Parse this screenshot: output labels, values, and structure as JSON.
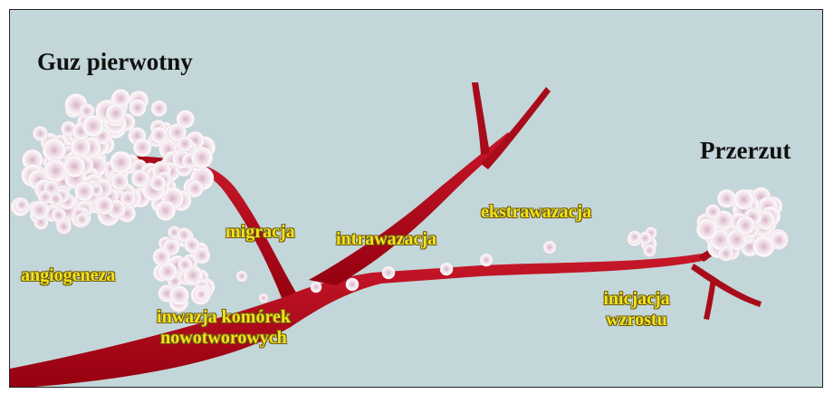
{
  "titles": {
    "primary_tumor": "Guz pierwotny",
    "metastasis": "Przerzut"
  },
  "labels": {
    "angiogenesis": "angiogeneza",
    "migration": "migracja",
    "intravasation": "intrawazacja",
    "extravasation": "ekstrawazacja",
    "invasion_line1": "inwazja komórek",
    "invasion_line2": "nowotworowych",
    "growth_line1": "inicjacja",
    "growth_line2": "wzrostu"
  },
  "colors": {
    "background": "#c3d6d9",
    "vessel": "#b0101c",
    "label_text": "#f2e21a",
    "cell_fill": "#f5eef2",
    "cell_nucleus": "#d9b6c8"
  }
}
